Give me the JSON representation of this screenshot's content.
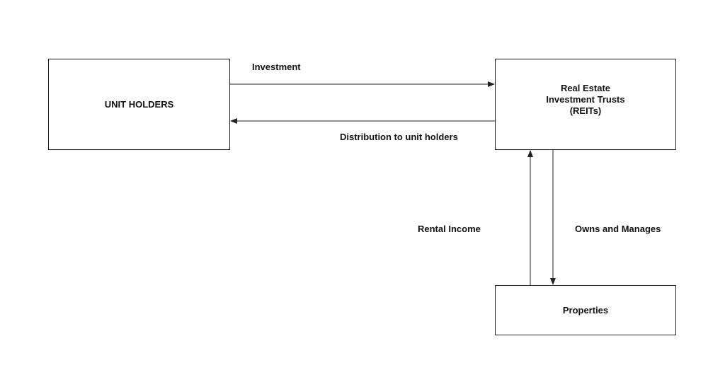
{
  "diagram": {
    "nodes": {
      "unit_holders": "UNIT HOLDERS",
      "reits": [
        "Real Estate",
        "Investment Trusts",
        "(REITs)"
      ],
      "properties": "Properties"
    },
    "edges": {
      "investment": "Investment",
      "distribution": "Distribution to unit holders",
      "rental_income": "Rental Income",
      "owns_and_manages": "Owns and Manages"
    }
  },
  "colors": {
    "line": "#222222",
    "text": "#111111",
    "background": "#ffffff"
  }
}
